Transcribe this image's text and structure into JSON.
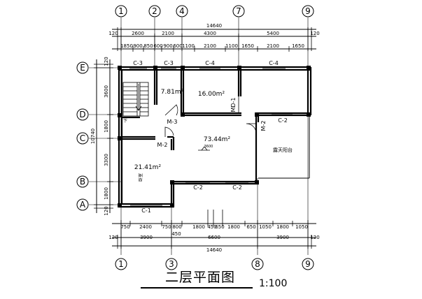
{
  "title": "二层平面图",
  "scale": "1:100",
  "axes": {
    "top": [
      "1",
      "2",
      "4",
      "7",
      "9"
    ],
    "bottom": [
      "1",
      "3",
      "8",
      "9"
    ],
    "left": [
      "E",
      "D",
      "C",
      "B",
      "A"
    ]
  },
  "dims": {
    "top_total": "14640",
    "top_row1": [
      "120",
      "2600",
      "2100",
      "4300",
      "5400",
      "120"
    ],
    "top_row2": [
      "1850",
      "900",
      "850",
      "600",
      "900",
      "600",
      "1100",
      "2100",
      "1100",
      "1650",
      "2100",
      "1650"
    ],
    "bottom_row1": [
      "750",
      "2400",
      "750",
      "800",
      "1800",
      "450",
      "650",
      "1800",
      "650",
      "1050",
      "1800",
      "1050"
    ],
    "bottom_row2": [
      "120",
      "3900",
      "6600",
      "3900",
      "120"
    ],
    "bottom_extra": "450",
    "bottom_total": "14640",
    "left_total": "10740",
    "left_segments": [
      "120",
      "3600",
      "1800",
      "3300",
      "1800",
      "120"
    ],
    "hall_width": "3600"
  },
  "rooms": {
    "r1": "7.81m²",
    "r2": "16.00m²",
    "r3": "73.44m²",
    "r4": "21.41m²",
    "r4_sub": "卧室",
    "terrace": "露天阳台",
    "stair_dn": "下"
  },
  "openings": {
    "c1": "C-1",
    "c2": "C-2",
    "c3": "C-3",
    "c4": "C-4",
    "m2": "M-2",
    "m3": "M-3",
    "md1": "MD-1"
  }
}
